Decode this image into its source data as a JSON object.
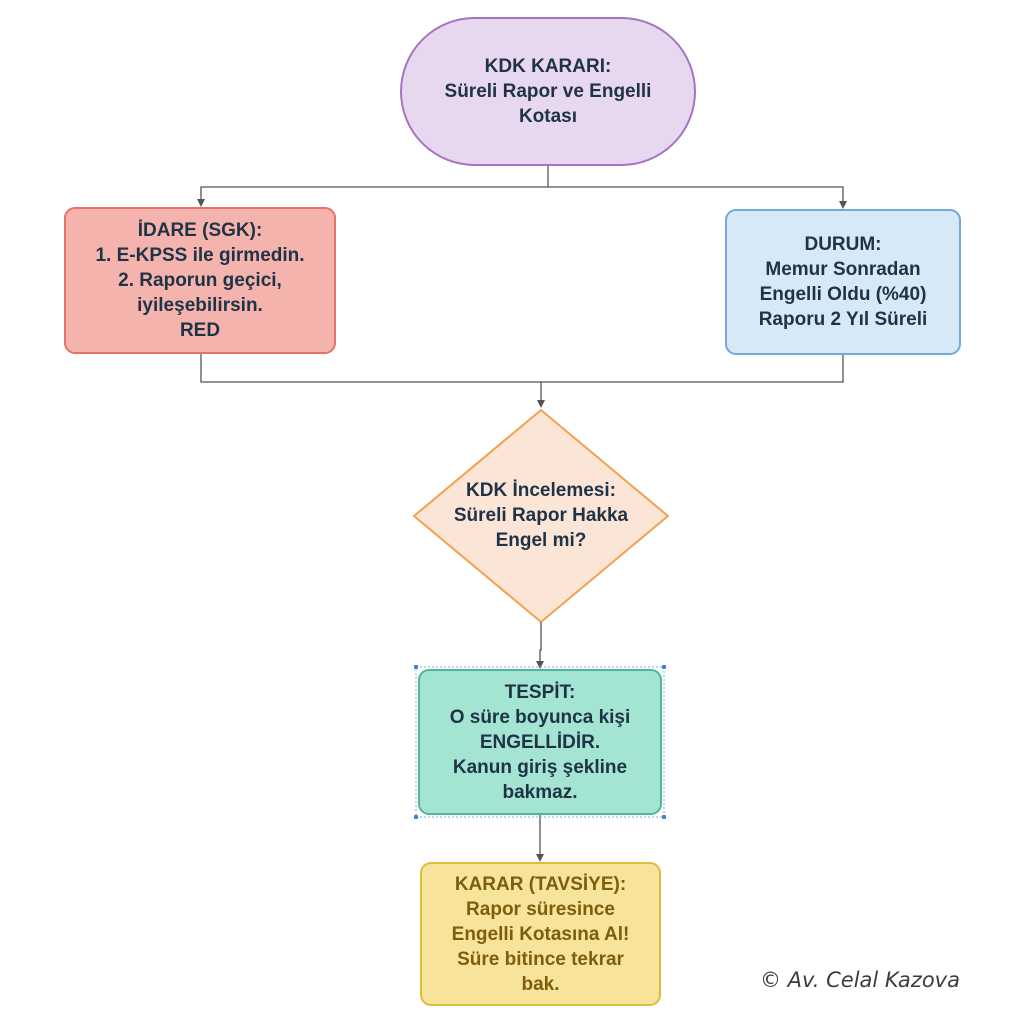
{
  "diagram": {
    "kdk_karari": {
      "lines": [
        "KDK KARARI:",
        "Süreli Rapor ve Engelli",
        "Kotası"
      ]
    },
    "idare": {
      "lines": [
        "İDARE (SGK):",
        "1. E-KPSS ile girmedin.",
        "2. Raporun geçici,",
        "iyileşebilirsin.",
        "RED"
      ]
    },
    "durum": {
      "lines": [
        "DURUM:",
        "Memur Sonradan",
        "Engelli Oldu (%40)",
        "Raporu 2 Yıl Süreli"
      ]
    },
    "kdk_incelemesi": {
      "lines": [
        "KDK İncelemesi:",
        "Süreli Rapor Hakka",
        "Engel mi?"
      ]
    },
    "tespit": {
      "lines": [
        "TESPİT:",
        "O süre boyunca kişi",
        "ENGELLİDİR.",
        "Kanun giriş şekline",
        "bakmaz."
      ]
    },
    "karar": {
      "lines": [
        "KARAR (TAVSİYE):",
        "Rapor süresince",
        "Engelli Kotasına Al!",
        "Süre bitince tekrar",
        "bak."
      ]
    },
    "colors": {
      "kdk_karari_fill": "#e7d8ef",
      "idare_fill": "#f5b3ad",
      "durum_fill": "#d7e8f6",
      "kdk_incelemesi_fill": "#fbe5d6",
      "tespit_fill": "#a3e4d3",
      "karar_fill": "#f8e39a",
      "connector": "#555555"
    }
  },
  "footer": {
    "copyright": "© Av. Celal Kazova"
  }
}
